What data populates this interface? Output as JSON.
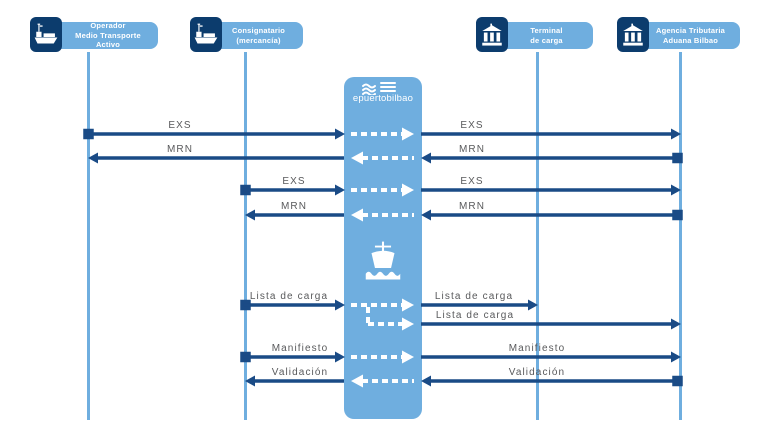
{
  "colors": {
    "light_blue": "#6FAEDF",
    "navy": "#0C3C6D",
    "arrow_navy": "#1A4B86",
    "label_gray": "#58595B",
    "white": "#FFFFFF"
  },
  "actors": [
    {
      "label": "Operador\nMedio Transporte\nActivo",
      "icon": "cargo-ship-icon"
    },
    {
      "label": "Consignatario\n(mercancía)",
      "icon": "cargo-ship-icon"
    },
    {
      "label": "Terminal\nde carga",
      "icon": "terminal-building-icon"
    },
    {
      "label": "Agencia Tributaria\nAduana Bilbao",
      "icon": "customs-building-icon"
    }
  ],
  "hub": {
    "name": "epuertobilbao"
  },
  "messages": [
    {
      "label": "EXS",
      "from": "Operador Medio Transporte Activo",
      "to": "Agencia Tributaria Aduana Bilbao",
      "direction": "right"
    },
    {
      "label": "MRN",
      "from": "Agencia Tributaria Aduana Bilbao",
      "to": "Operador Medio Transporte Activo",
      "direction": "left"
    },
    {
      "label": "EXS",
      "from": "Consignatario (mercancía)",
      "to": "Agencia Tributaria Aduana Bilbao",
      "direction": "right"
    },
    {
      "label": "MRN",
      "from": "Agencia Tributaria Aduana Bilbao",
      "to": "Consignatario (mercancía)",
      "direction": "left"
    },
    {
      "label": "Lista de carga",
      "from": "Consignatario (mercancía)",
      "to": "Terminal de carga",
      "direction": "right"
    },
    {
      "label": "Lista de carga",
      "from": "Consignatario (mercancía)",
      "to": "Agencia Tributaria Aduana Bilbao",
      "direction": "right"
    },
    {
      "label": "Manifiesto",
      "from": "Consignatario (mercancía)",
      "to": "Agencia Tributaria Aduana Bilbao",
      "direction": "right"
    },
    {
      "label": "Validación",
      "from": "Agencia Tributaria Aduana Bilbao",
      "to": "Consignatario (mercancía)",
      "direction": "left"
    }
  ]
}
